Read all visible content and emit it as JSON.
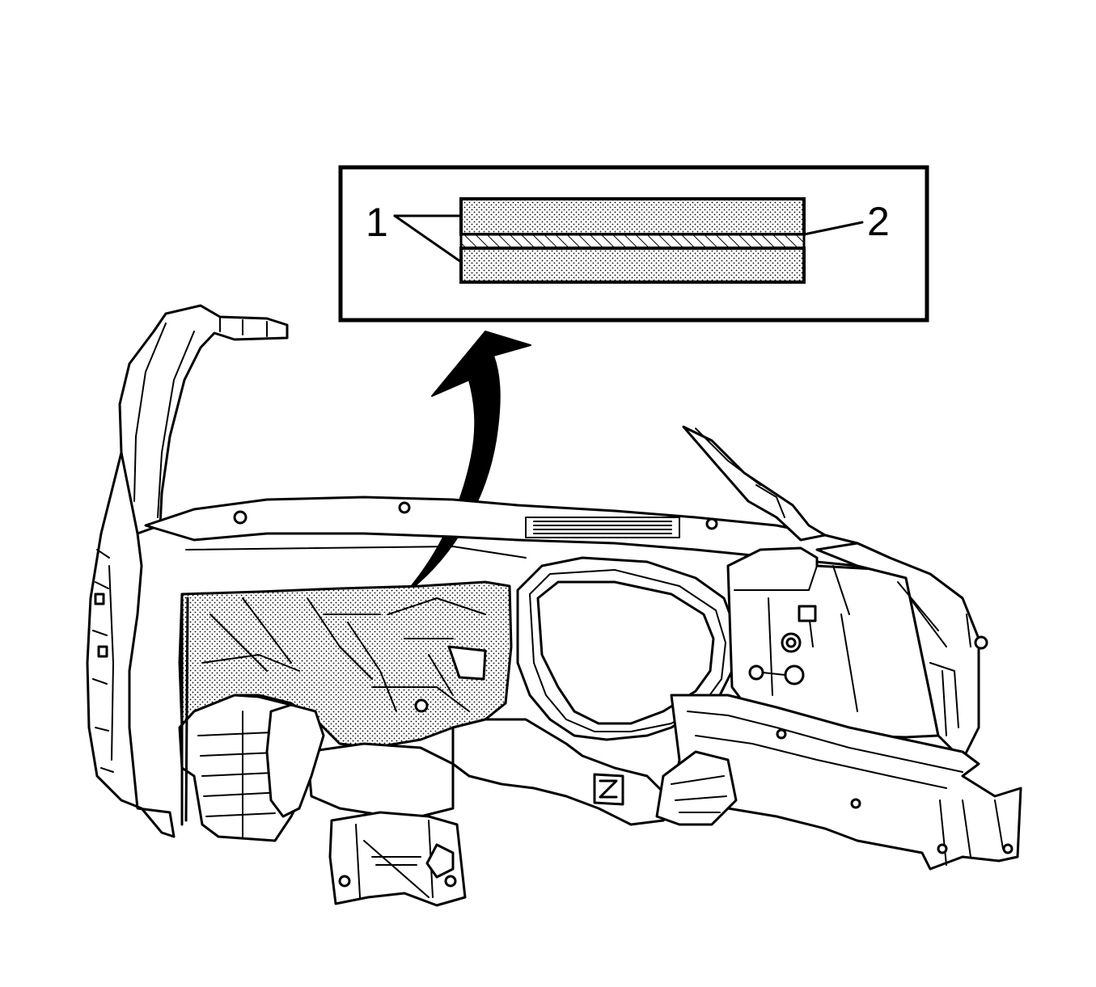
{
  "diagram": {
    "callouts": [
      {
        "id": "1",
        "label": "1"
      },
      {
        "id": "2",
        "label": "2"
      }
    ],
    "inset": {
      "layers": [
        "1",
        "2",
        "1"
      ]
    },
    "colors": {
      "line": "#000000",
      "background": "#ffffff",
      "sealer_dots": "#000000"
    },
    "icons": [
      "curved-arrow-icon"
    ]
  }
}
